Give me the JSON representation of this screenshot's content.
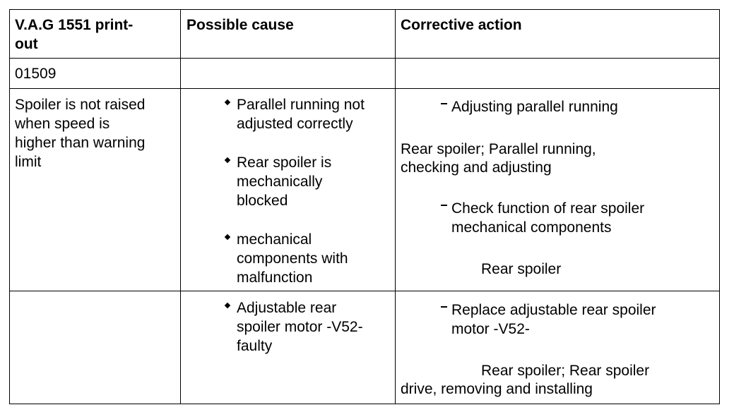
{
  "table": {
    "headers": {
      "col1": [
        "V.A.G 1551 print-",
        "out"
      ],
      "col2": "Possible cause",
      "col3": "Corrective action"
    },
    "fault_code": "01509",
    "row1": {
      "symptom": [
        "Spoiler is not raised",
        "when speed is",
        "higher than warning",
        "limit"
      ],
      "causes": [
        [
          "Parallel running not",
          "adjusted correctly"
        ],
        [
          "Rear spoiler is",
          "mechanically",
          "blocked"
        ],
        [
          "mechanical",
          "components with",
          "malfunction"
        ]
      ],
      "action1": "Adjusting parallel running",
      "ref1": [
        "Rear spoiler; Parallel running,",
        "checking and adjusting"
      ],
      "action2": [
        "Check function of rear spoiler",
        "mechanical components"
      ],
      "ref2": "Rear spoiler"
    },
    "row2": {
      "causes": [
        [
          "Adjustable rear",
          "spoiler motor -V52-",
          "faulty"
        ]
      ],
      "action1": [
        "Replace adjustable rear spoiler",
        "motor -V52-"
      ],
      "ref1": [
        "Rear spoiler; Rear spoiler",
        "drive, removing and installing"
      ]
    }
  }
}
